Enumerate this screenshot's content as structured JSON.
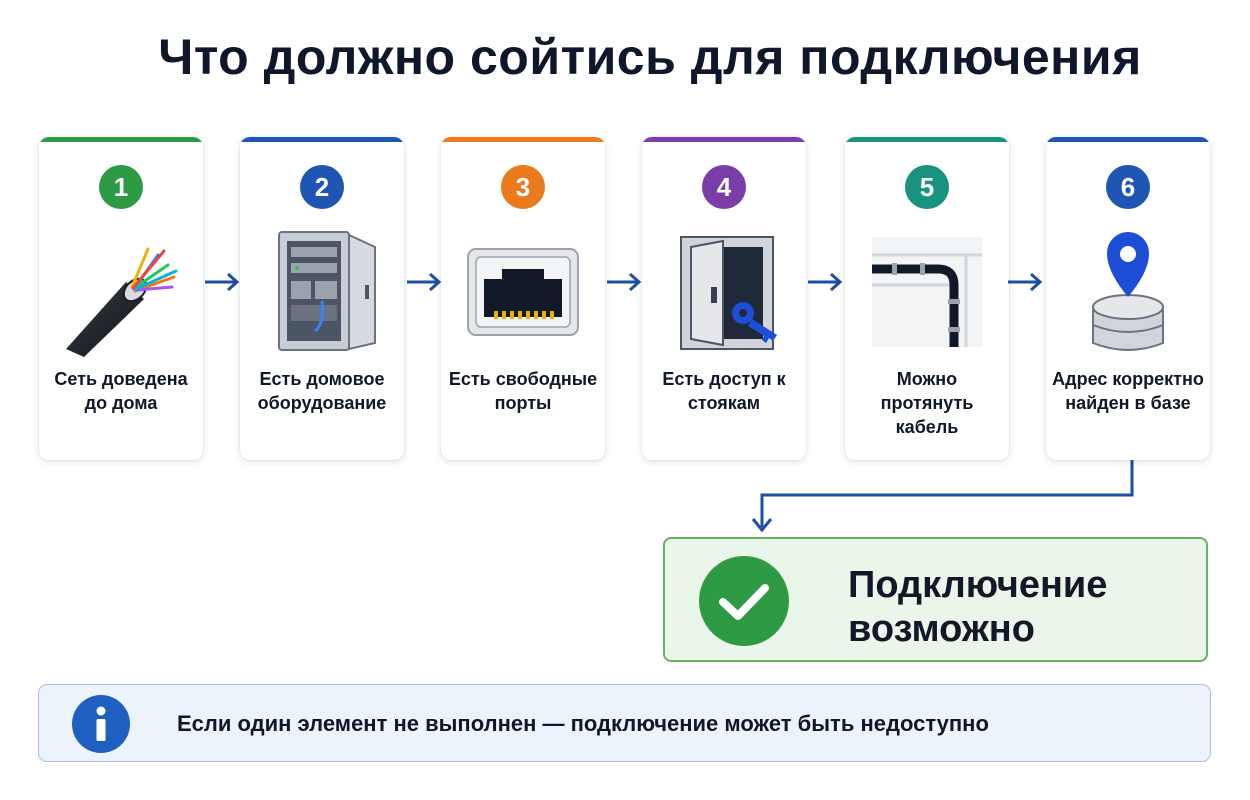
{
  "title": "Что должно сойтись для подключения",
  "steps": [
    {
      "number": "1",
      "label": "Сеть доведена до дома",
      "color": "#2e9a44",
      "icon": "fiber-cable-icon"
    },
    {
      "number": "2",
      "label": "Есть домовое оборудование",
      "color": "#2056b3",
      "icon": "network-cabinet-icon"
    },
    {
      "number": "3",
      "label": "Есть свободные порты",
      "color": "#ea7a1c",
      "icon": "ethernet-port-icon"
    },
    {
      "number": "4",
      "label": "Есть доступ к стоякам",
      "color": "#7b3ea8",
      "icon": "key-door-icon"
    },
    {
      "number": "5",
      "label": "Можно протянуть кабель",
      "color": "#17937f",
      "icon": "pipe-icon"
    },
    {
      "number": "6",
      "label": "Адрес корректно найден в базе",
      "color": "#2056b3",
      "icon": "database-pin-icon"
    }
  ],
  "result": {
    "text": "Подключение возможно",
    "color": "#2e9a44",
    "icon": "check-circle-icon"
  },
  "note": {
    "text": "Если один элемент не выполнен — подключение может быть недоступно",
    "icon": "info-icon",
    "color": "#1f5fbf"
  },
  "arrow_color": "#1d4fa0"
}
